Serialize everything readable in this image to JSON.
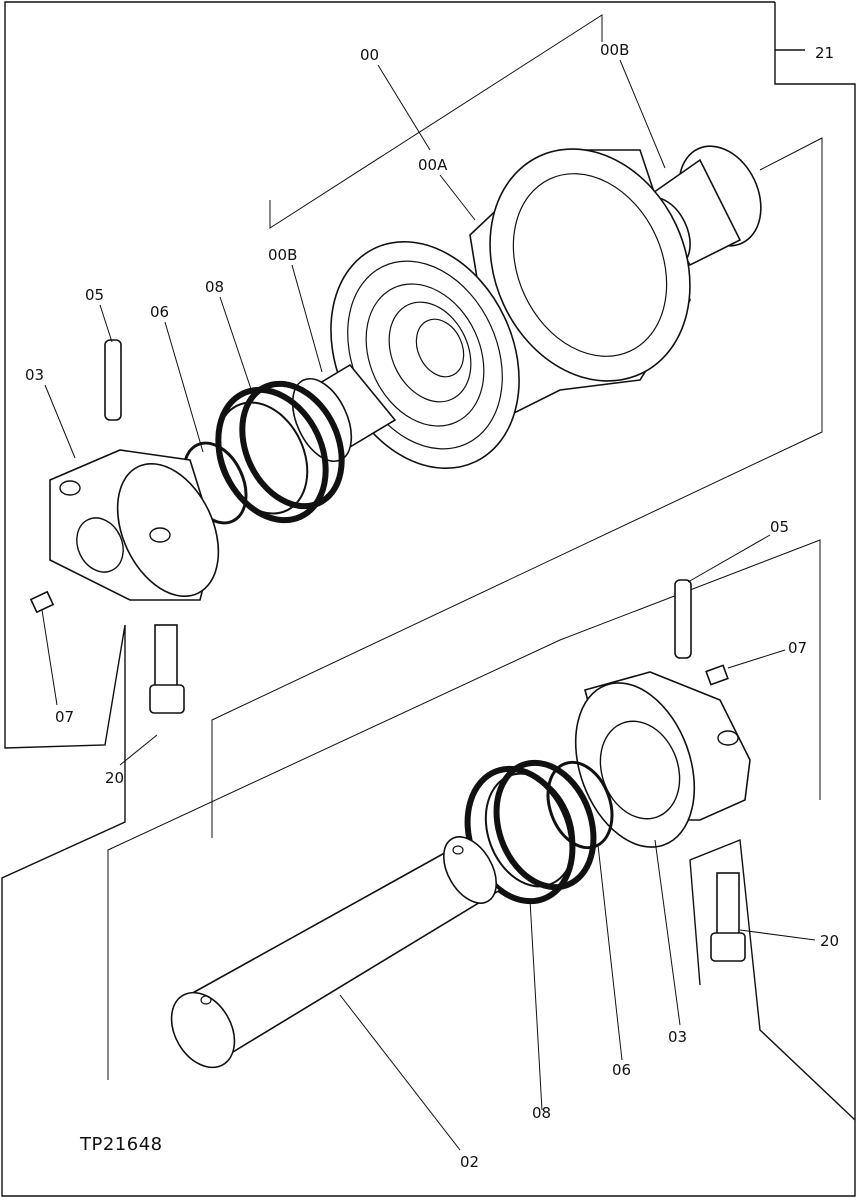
{
  "figure_id": "TP21648",
  "group_ref": "21",
  "labels": {
    "p00": "00",
    "p00a": "00A",
    "p00b_top": "00B",
    "p00b_left": "00B",
    "p05_left": "05",
    "p06_left": "06",
    "p08_left": "08",
    "p03_left": "03",
    "p07_left": "07",
    "p20_left": "20",
    "p05_right": "05",
    "p07_right": "07",
    "p20_right": "20",
    "p03_right": "03",
    "p06_right": "06",
    "p08_right": "08",
    "p02": "02"
  }
}
